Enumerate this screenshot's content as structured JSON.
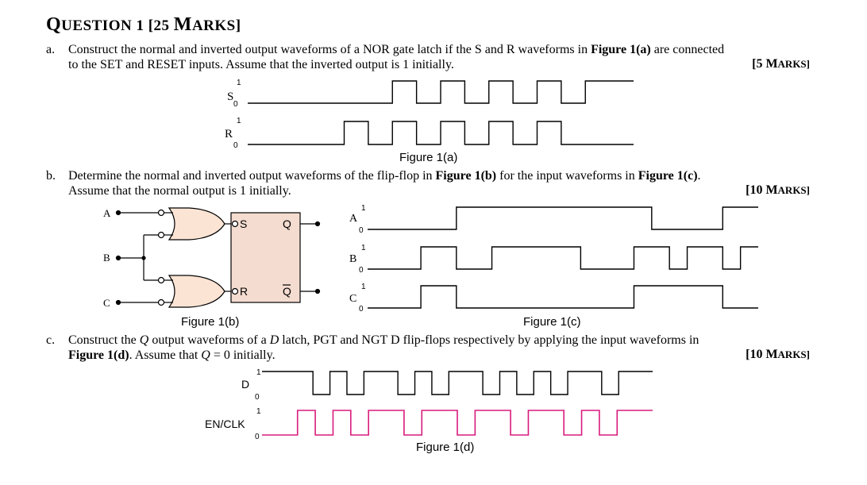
{
  "question": {
    "title_prefix": "Q",
    "title_word": "UESTION 1 [25 ",
    "title_marks_M": "M",
    "title_marks_rest": "ARKS]"
  },
  "part_a": {
    "letter": "a.",
    "line1_pre": "Construct the normal and inverted output waveforms of a NOR gate latch if the S and R waveforms in ",
    "line1_fig": "Figure 1(a)",
    "line1_post": " are connected",
    "line2": "to the SET and RESET inputs. Assume that the inverted output is 1 initially.",
    "marks_pre": "[5 M",
    "marks_rest": "ARKS]",
    "figure_caption": "Figure 1(a)",
    "signals": [
      {
        "name": "S",
        "high": "1",
        "low": "0",
        "levels": [
          0,
          0,
          0,
          0,
          0,
          0,
          1,
          0,
          1,
          0,
          1,
          0,
          1,
          0,
          1,
          1
        ]
      },
      {
        "name": "R",
        "high": "1",
        "low": "0",
        "levels": [
          0,
          0,
          0,
          0,
          1,
          0,
          1,
          0,
          1,
          0,
          1,
          0,
          1,
          0,
          0,
          0
        ]
      }
    ]
  },
  "part_b": {
    "letter": "b.",
    "line1_pre": "Determine the normal and inverted output waveforms of the flip-flop in ",
    "line1_fig1": "Figure 1(b)",
    "line1_mid": " for the input waveforms in ",
    "line1_fig2": "Figure 1(c)",
    "line1_post": ".",
    "line2": "Assume that the normal output is 1 initially.",
    "marks_pre": "[10 M",
    "marks_rest": "ARKS]",
    "circuit": {
      "in_a": "A",
      "in_b": "B",
      "in_c": "C",
      "pin_s": "S",
      "pin_r": "R",
      "pin_q": "Q",
      "pin_qbar": "Q"
    },
    "figure_b_caption": "Figure 1(b)",
    "figure_c_caption": "Figure 1(c)",
    "signals": [
      {
        "name": "A",
        "high": "1",
        "low": "0",
        "levels": [
          0,
          0,
          0,
          0,
          0,
          1,
          1,
          1,
          1,
          1,
          1,
          1,
          1,
          1,
          1,
          1,
          0,
          0,
          0,
          0,
          1,
          1
        ]
      },
      {
        "name": "B",
        "high": "1",
        "low": "0",
        "levels": [
          0,
          0,
          0,
          1,
          1,
          0,
          0,
          1,
          1,
          1,
          1,
          1,
          0,
          0,
          0,
          1,
          1,
          0,
          1,
          1,
          0,
          1
        ]
      },
      {
        "name": "C",
        "high": "1",
        "low": "0",
        "levels": [
          0,
          0,
          0,
          1,
          1,
          0,
          0,
          0,
          0,
          0,
          0,
          0,
          0,
          0,
          0,
          1,
          1,
          1,
          1,
          1,
          0,
          0
        ]
      }
    ]
  },
  "part_c": {
    "letter": "c.",
    "line1": "Construct the ",
    "line1_q": "Q",
    "line1_rest": " output waveforms of a ",
    "line1_d": "D",
    "line1_rest2": " latch, PGT and NGT D flip-flops respectively by applying the input waveforms in",
    "line2_fig": "Figure 1(d)",
    "line2_pre": ". Assume that ",
    "line2_q": "Q",
    "line2_post": " = 0 initially.",
    "marks_pre": "[10 M",
    "marks_rest": "ARKS]",
    "figure_caption": "Figure 1(d)",
    "signals": [
      {
        "name": "D",
        "high": "1",
        "low": "0",
        "color": "#000000",
        "levels": [
          1,
          1,
          1,
          0,
          1,
          0,
          1,
          1,
          0,
          1,
          0,
          1,
          1,
          0,
          1,
          0,
          1,
          0,
          1,
          1,
          0,
          1,
          1
        ]
      },
      {
        "name": "EN/CLK",
        "high": "1",
        "low": "0",
        "color": "#d81b7d",
        "levels": [
          0,
          0,
          1,
          0,
          1,
          0,
          1,
          1,
          0,
          1,
          1,
          0,
          1,
          1,
          0,
          1,
          1,
          0,
          1,
          0,
          1,
          1
        ]
      }
    ]
  }
}
